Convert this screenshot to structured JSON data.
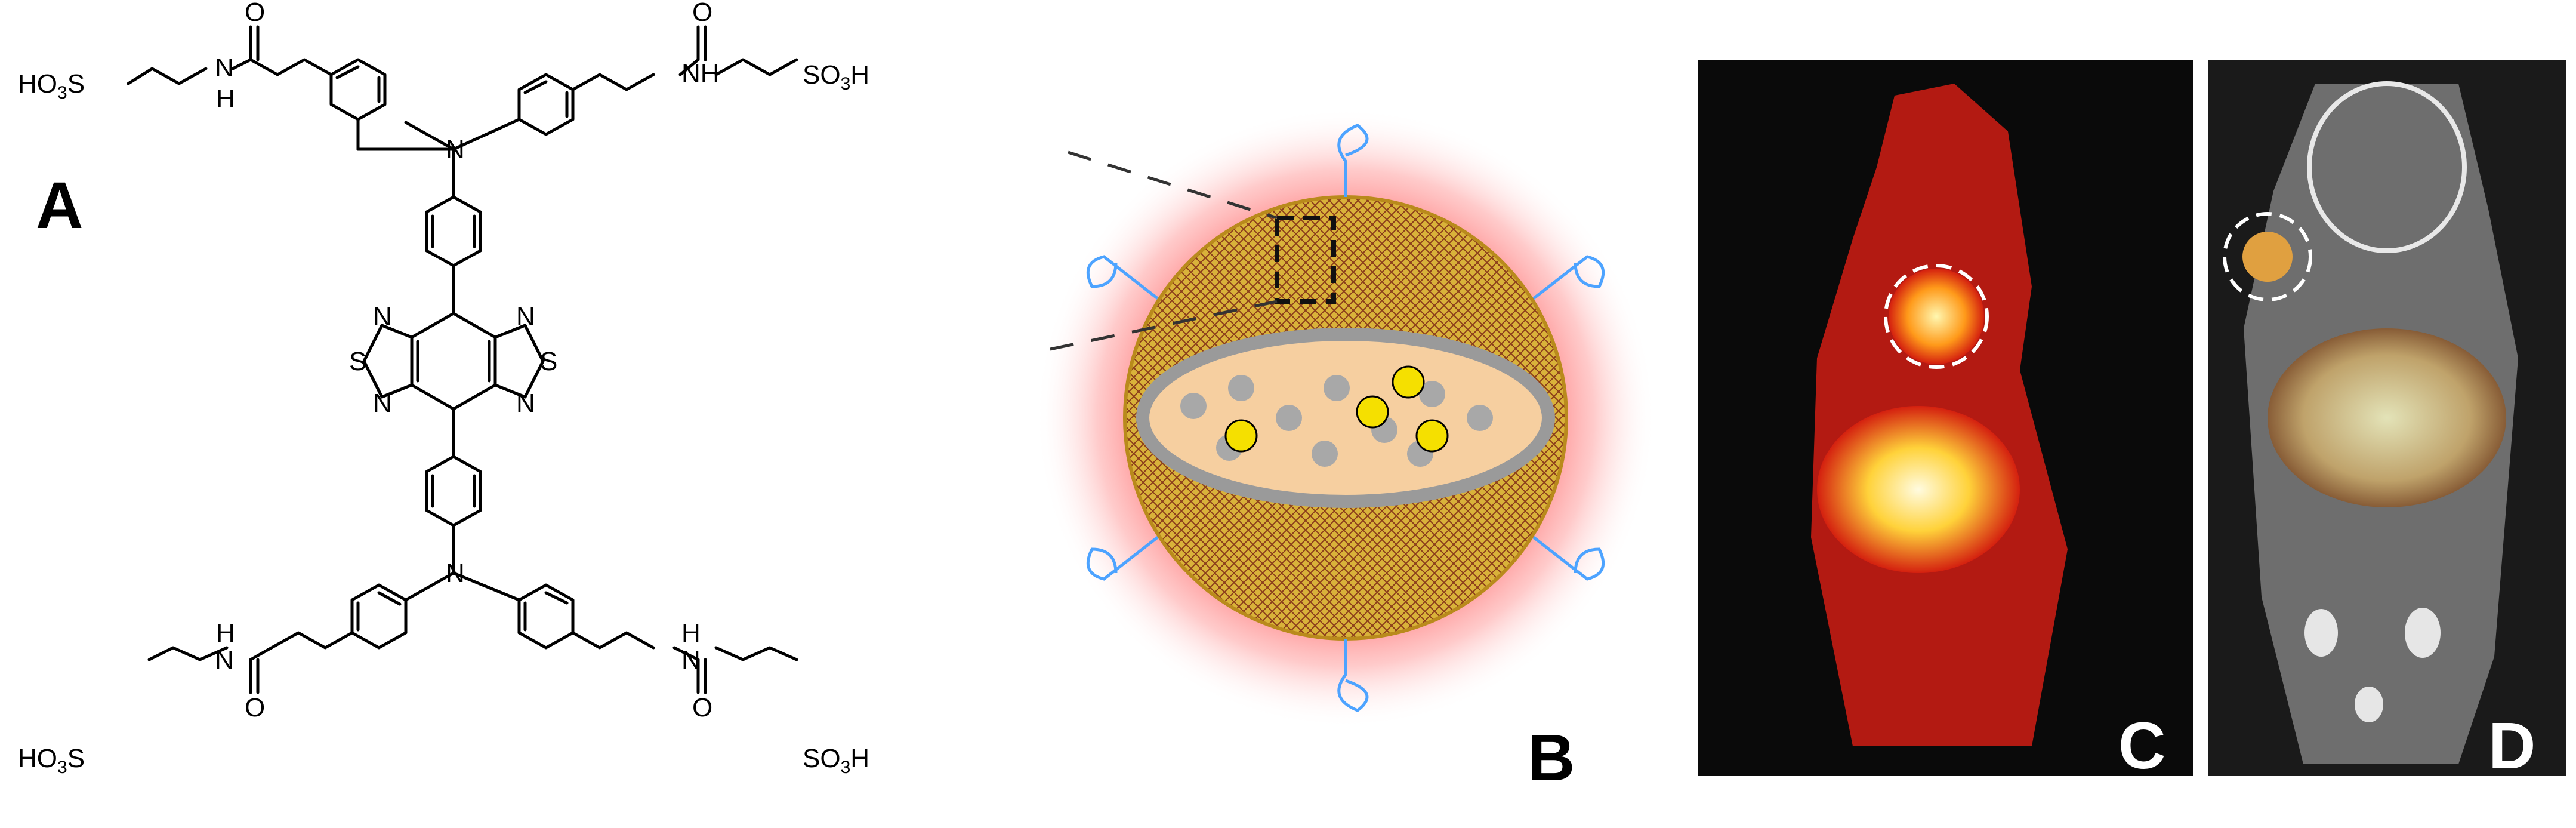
{
  "panels": {
    "a": {
      "label": "A"
    },
    "b": {
      "label": "B"
    },
    "c": {
      "label": "C"
    },
    "d": {
      "label": "D"
    }
  },
  "chem": {
    "sulfonate_left": "HO",
    "sulfonate_right": "SO",
    "sub3": "3",
    "h": "H",
    "n": "N",
    "o": "O",
    "s": "S",
    "nh": "NH"
  },
  "colors": {
    "fluorescence_glow": "#ff3b3b",
    "nanoparticle_shell": "#d9b23a",
    "ligand": "#4da3ff",
    "tumor_marker": "#ffffff"
  },
  "icons": {
    "radioactive": "radioactive-icon"
  }
}
